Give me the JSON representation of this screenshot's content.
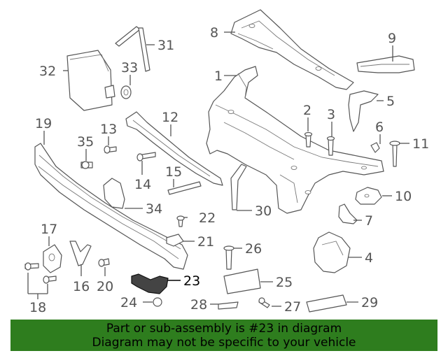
{
  "callouts": {
    "c1": "1",
    "c2": "2",
    "c3": "3",
    "c4": "4",
    "c5": "5",
    "c6": "6",
    "c7": "7",
    "c8": "8",
    "c9": "9",
    "c10": "10",
    "c11": "11",
    "c12": "12",
    "c13": "13",
    "c14": "14",
    "c15": "15",
    "c16": "16",
    "c17": "17",
    "c18": "18",
    "c19": "19",
    "c20": "20",
    "c21": "21",
    "c22": "22",
    "c23": "23",
    "c24": "24",
    "c25": "25",
    "c26": "26",
    "c27": "27",
    "c28": "28",
    "c29": "29",
    "c30": "30",
    "c31": "31",
    "c32": "32",
    "c33": "33",
    "c34": "34",
    "c35": "35"
  },
  "highlighted_part": "23",
  "banner": {
    "line1": "Part or sub-assembly is #23 in diagram",
    "line2": "Diagram may not be specific to your vehicle"
  },
  "colors": {
    "banner_bg": "#2e7d1e",
    "highlight": "#444444",
    "linework": "#555555"
  }
}
